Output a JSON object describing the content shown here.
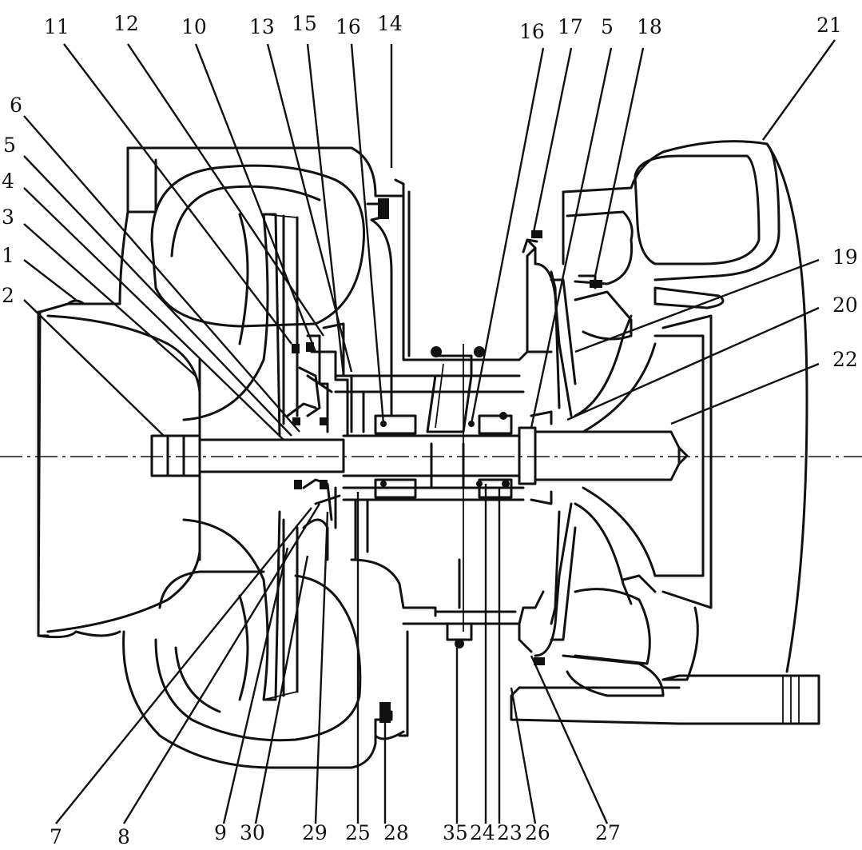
{
  "diagram": {
    "labels_top": [
      "11",
      "12",
      "10",
      "13",
      "15",
      "16",
      "14",
      "16",
      "17",
      "5",
      "18",
      "21"
    ],
    "labels_left": [
      "6",
      "5",
      "4",
      "3",
      "1",
      "2"
    ],
    "labels_right": [
      "19",
      "20",
      "22"
    ],
    "labels_bottom": [
      "7",
      "8",
      "9",
      "30",
      "29",
      "25",
      "28",
      "35",
      "24",
      "23",
      "26",
      "27"
    ]
  }
}
